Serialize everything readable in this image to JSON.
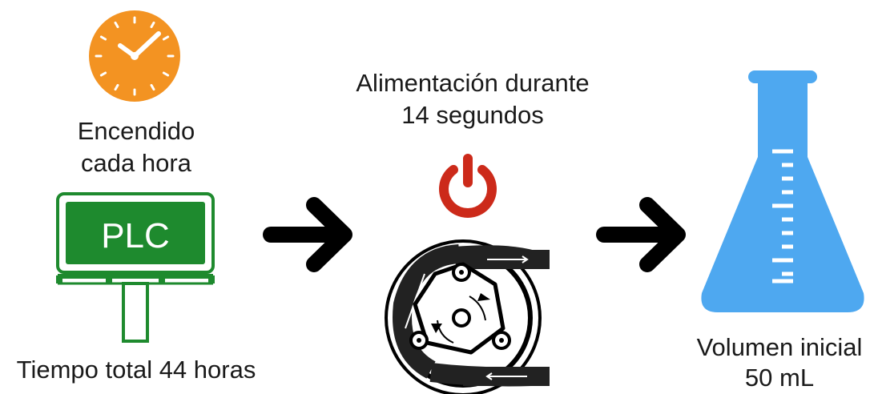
{
  "labels": {
    "schedule_line1": "Encendido",
    "schedule_line2": "cada hora",
    "plc_text": "PLC",
    "total_time": "Tiempo total 44 horas",
    "feed_line1": "Alimentación durante",
    "feed_line2": "14 segundos",
    "volume_line1": "Volumen inicial",
    "volume_line2": "50 mL"
  },
  "icons": {
    "clock": "clock-icon",
    "plc": "plc-controller-icon",
    "arrow": "right-arrow-icon",
    "power": "power-icon",
    "pump": "peristaltic-pump-icon",
    "flask": "erlenmeyer-flask-icon"
  },
  "colors": {
    "clock_orange": "#F39322",
    "plc_green": "#1E8A2E",
    "power_red": "#CC2A1A",
    "flask_blue": "#4EA8F0",
    "arrow_black": "#000000"
  }
}
